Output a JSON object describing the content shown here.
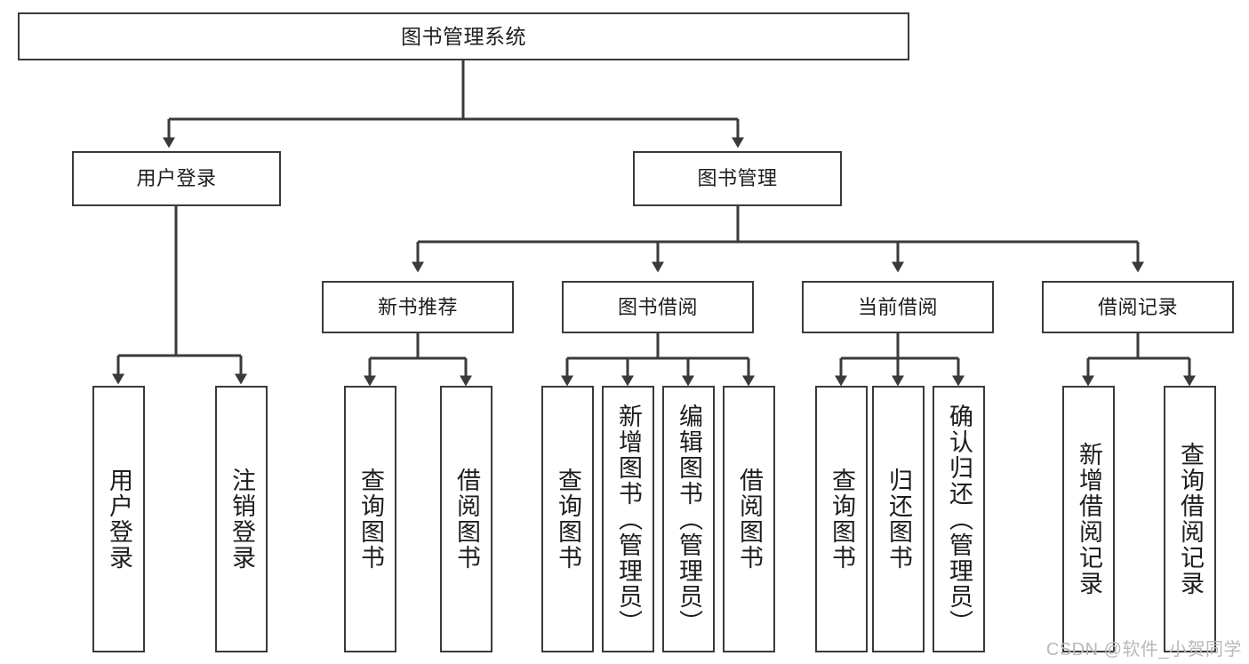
{
  "diagram": {
    "title": "图书管理系统",
    "type": "functional-structure-tree",
    "root": {
      "label": "图书管理系统"
    },
    "level2": [
      {
        "label": "用户登录"
      },
      {
        "label": "图书管理"
      }
    ],
    "level3": [
      {
        "label": "新书推荐"
      },
      {
        "label": "图书借阅"
      },
      {
        "label": "当前借阅"
      },
      {
        "label": "借阅记录"
      }
    ],
    "leaves": {
      "user_login": [
        {
          "label": "用户登录"
        },
        {
          "label": "注销登录"
        }
      ],
      "new_book_recommend": [
        {
          "label": "查询图书"
        },
        {
          "label": "借阅图书"
        }
      ],
      "book_borrow": [
        {
          "label": "查询图书"
        },
        {
          "label": "新增图书（管理员）"
        },
        {
          "label": "编辑图书（管理员）"
        },
        {
          "label": "借阅图书"
        }
      ],
      "current_borrow": [
        {
          "label": "查询图书"
        },
        {
          "label": "归还图书"
        },
        {
          "label": "确认归还（管理员）"
        }
      ],
      "borrow_record": [
        {
          "label": "新增借阅记录"
        },
        {
          "label": "查询借阅记录"
        }
      ]
    }
  },
  "watermark": {
    "text": "CSDN @软件_小贺同学"
  },
  "colors": {
    "stroke": "#3a3a3a",
    "fill": "#ffffff",
    "text": "#1d1d1d",
    "watermark": "#b9b9b9"
  }
}
